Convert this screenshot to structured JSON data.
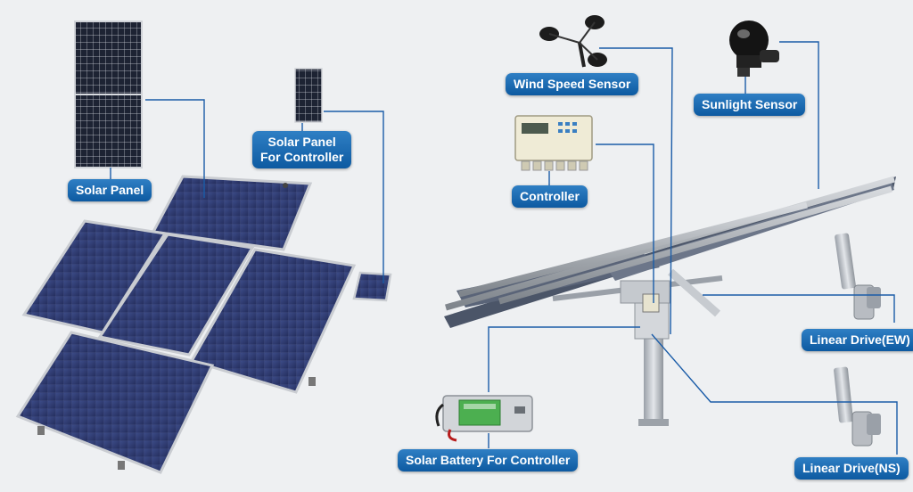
{
  "labels": {
    "solar_panel": "Solar Panel",
    "solar_panel_for_controller_line1": "Solar Panel",
    "solar_panel_for_controller_line2": "For Controller",
    "wind_speed_sensor": "Wind Speed Sensor",
    "sunlight_sensor": "Sunlight Sensor",
    "controller": "Controller",
    "linear_drive_ew": "Linear Drive(EW)",
    "linear_drive_ns": "Linear Drive(NS)",
    "solar_battery_for_controller": "Solar Battery For Controller"
  },
  "colors": {
    "label_fill": "#0d5aa1",
    "leader_line": "#1a5ca8",
    "panel_cell": "#2e3a6e",
    "frame": "#b8bcc2"
  }
}
